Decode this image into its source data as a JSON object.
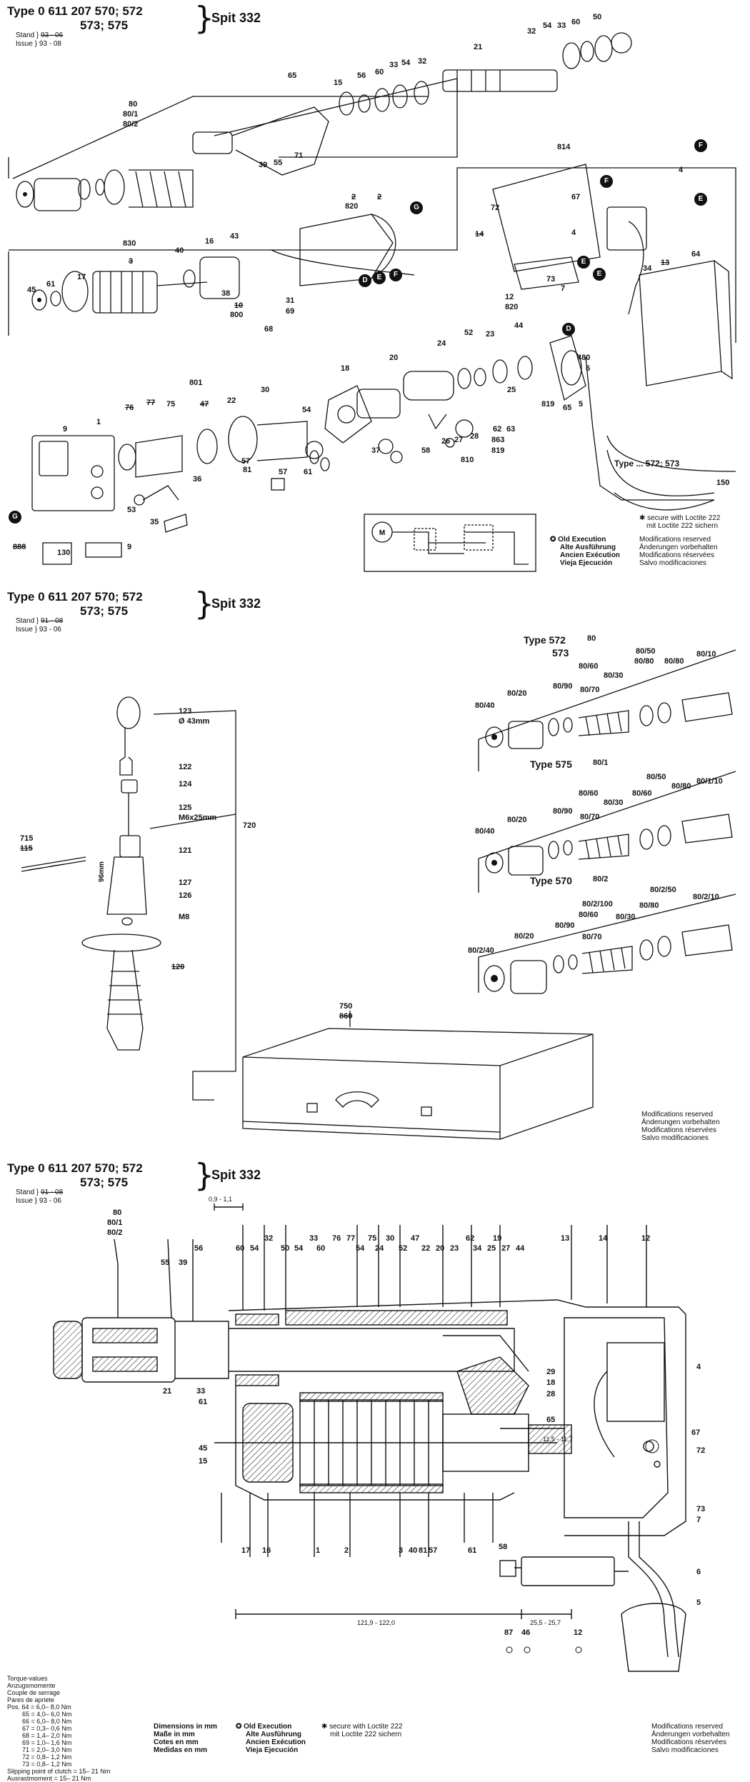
{
  "sheet1": {
    "type_prefix": "Type",
    "type_number": "0 611 207",
    "type_line1": "570; 572",
    "type_line2": "573; 575",
    "model": "Spit 332",
    "stand_label": "Stand",
    "stand_old": "93 - 06",
    "issue_label": "Issue",
    "issue_value": "93 - 08",
    "labels": [
      "65",
      "15",
      "56",
      "60",
      "33",
      "54",
      "32",
      "21",
      "32",
      "54",
      "33",
      "60",
      "50",
      "80",
      "80/1",
      "80/2",
      "39",
      "55",
      "71",
      "2",
      "820",
      "G",
      "830",
      "16",
      "43",
      "3",
      "40",
      "45",
      "61",
      "17",
      "38",
      "10",
      "800",
      "31",
      "69",
      "68",
      "D",
      "E",
      "F",
      "814",
      "72",
      "14",
      "67",
      "4",
      "E",
      "73",
      "7",
      "12",
      "820",
      "34",
      "13",
      "64",
      "F",
      "E",
      "D",
      "801",
      "76",
      "77",
      "75",
      "47",
      "22",
      "30",
      "54",
      "18",
      "20",
      "24",
      "52",
      "23",
      "44",
      "9",
      "1",
      "62",
      "63",
      "25",
      "6",
      "480",
      "58",
      "26",
      "27",
      "28",
      "863",
      "819",
      "810",
      "819",
      "65",
      "5",
      "37",
      "57",
      "81",
      "57",
      "61",
      "36",
      "53",
      "35",
      "G",
      "888",
      "130",
      "9",
      "150",
      "2",
      "F",
      "E",
      "4"
    ],
    "type_cable": "Type",
    "type_cable_values": "... 572; 573",
    "legend_star": "secure with Loctite 222",
    "legend_star2": "mit Loctite 222 sichern",
    "old_exec": [
      "Old Execution",
      "Alte Ausführung",
      "Ancien Exécution",
      "Vieja Ejecución"
    ],
    "modifications": [
      "Modifications reserved",
      "Änderungen vorbehalten",
      "Modifications réservées",
      "Salvo modificaciones"
    ]
  },
  "sheet2": {
    "type_prefix": "Type",
    "type_number": "0 611 207",
    "type_line1": "570; 572",
    "type_line2": "573; 575",
    "model": "Spit 332",
    "stand_label": "Stand",
    "stand_old": "91 - 08",
    "issue_label": "Issue",
    "issue_value": "93 - 06",
    "handle_labels": [
      "123",
      "Ø 43mm",
      "122",
      "124",
      "125",
      "M6x25mm",
      "720",
      "121",
      "127",
      "126",
      "M8",
      "120",
      "715",
      "115",
      "96mm"
    ],
    "type572": "Type 572",
    "type573": "573",
    "type575": "Type 575",
    "type570": "Type 570",
    "row1_labels": [
      "80",
      "80/50",
      "80/60",
      "80/80",
      "80/10",
      "80/80",
      "80/30",
      "80/90",
      "80/70",
      "80/20",
      "80/40"
    ],
    "row2_labels": [
      "80/1",
      "80/50",
      "80/60",
      "80/80",
      "80/1/10",
      "80/60",
      "80/30",
      "80/90",
      "80/70",
      "80/20",
      "80/40"
    ],
    "row3_labels": [
      "80/2",
      "80/2/50",
      "80/2/100",
      "80/80",
      "80/2/10",
      "80/60",
      "80/30",
      "80/90",
      "80/70",
      "80/20",
      "80/2/40"
    ],
    "case_labels": [
      "750",
      "860"
    ],
    "modifications": [
      "Modifications reserved",
      "Änderungen vorbehalten",
      "Modifications réservées",
      "Salvo modificaciones"
    ]
  },
  "sheet3": {
    "type_prefix": "Type",
    "type_number": "0 611 207",
    "type_line1": "570; 572",
    "type_line2": "573; 575",
    "model": "Spit 332",
    "stand_label": "Stand",
    "stand_old": "91 - 08",
    "issue_label": "Issue",
    "issue_value": "93 - 06",
    "top_labels": [
      "80",
      "80/1",
      "80/2",
      "55",
      "39",
      "56",
      "60",
      "54",
      "32",
      "50",
      "54",
      "33",
      "60",
      "76",
      "77",
      "54",
      "75",
      "24",
      "30",
      "52",
      "47",
      "22",
      "20",
      "23",
      "62",
      "34",
      "19",
      "25",
      "27",
      "44",
      "13",
      "14",
      "12"
    ],
    "dim_top": "0,9 - 1,1",
    "side_labels": [
      "21",
      "33",
      "61",
      "45",
      "15",
      "17",
      "16",
      "1",
      "2",
      "3",
      "40",
      "81",
      "57",
      "61",
      "58",
      "29",
      "18",
      "28",
      "65",
      "4",
      "67",
      "72",
      "73",
      "7",
      "6",
      "5",
      "87",
      "46",
      "12"
    ],
    "dim_a": "11,5 - 11,7",
    "dim_b": "121,9 - 122,0",
    "dim_c": "25,5 - 25,7",
    "torque": [
      "Torque-values",
      "Anzugsmomente",
      "Couple de serrage",
      "Pares de apriete",
      "Pos. 64 = 6,0– 8,0 Nm",
      "65 = 4,0– 6,0 Nm",
      "66 = 6,0– 8,0 Nm",
      "67 = 0,3– 0,6 Nm",
      "68 = 1,4– 2,0 Nm",
      "69 = 1,0– 1,6 Nm",
      "71 = 2,0– 3,0 Nm",
      "72 = 0,8– 1,2 Nm",
      "73 = 0,8– 1,2 Nm",
      "Slipping point of clutch = 15– 21 Nm",
      "Ausrastmoment = 15– 21 Nm"
    ],
    "dimensions": [
      "Dimensions in mm",
      "Maße in mm",
      "Cotes en mm",
      "Medidas en mm"
    ],
    "old_exec": [
      "Old Execution",
      "Alte Ausführung",
      "Ancien Exécution",
      "Vieja Ejecución"
    ],
    "legend_star": "secure with Loctite 222",
    "legend_star2": "mit Loctite 222 sichern",
    "modifications": [
      "Modifications reserved",
      "Änderungen vorbehalten",
      "Modifications réservées",
      "Salvo modificaciones"
    ]
  }
}
